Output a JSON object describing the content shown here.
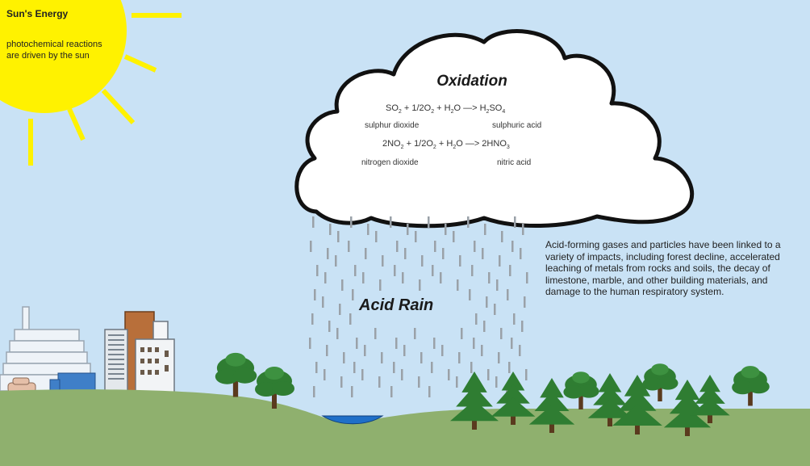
{
  "sun": {
    "title": "Sun's Energy",
    "note": "photochemical reactions are driven by the sun"
  },
  "cloud": {
    "title": "Oxidation",
    "equation_1": [
      "SO",
      "2",
      " + 1/2O",
      "2",
      " + H",
      "2",
      "O —> H",
      "2",
      "SO",
      "4"
    ],
    "equation_2": [
      "2NO",
      "2",
      " + 1/2O",
      "2",
      " + H",
      "2",
      "O —> 2HNO",
      "3",
      "",
      ""
    ],
    "label_so2": "sulphur dioxide",
    "label_h2so4": "sulphuric acid",
    "label_no2": "nitrogen dioxide",
    "label_hno3": "nitric acid"
  },
  "rain": {
    "label": "Acid Rain"
  },
  "impacts": {
    "text": "Acid-forming gases and particles have been linked to a variety of impacts, including forest decline, accelerated leaching of metals from rocks and soils, the decay of limestone, marble, and other building materials, and damage to the human respiratory system."
  },
  "colors": {
    "sky": "#c9e2f5",
    "sun": "#fff200",
    "ground": "#8fb06e",
    "tree": "#2f7d32",
    "water": "#1f6fc8",
    "rain": "#9aa1a8"
  }
}
